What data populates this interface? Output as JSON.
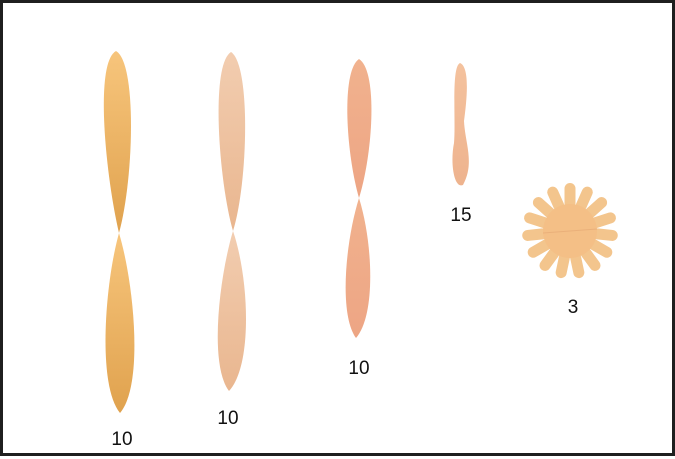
{
  "shapes": [
    {
      "name": "long-double-petal",
      "color": "#f2b769",
      "count": "10"
    },
    {
      "name": "long-pale-double-petal",
      "color": "#f0c8a4",
      "count": "10"
    },
    {
      "name": "medium-double-petal",
      "color": "#f3b58e",
      "count": "10"
    },
    {
      "name": "small-petal",
      "color": "#f3be9a",
      "count": "15"
    },
    {
      "name": "sun-flower-disc",
      "color": "#f3c58d",
      "count": "3"
    }
  ]
}
